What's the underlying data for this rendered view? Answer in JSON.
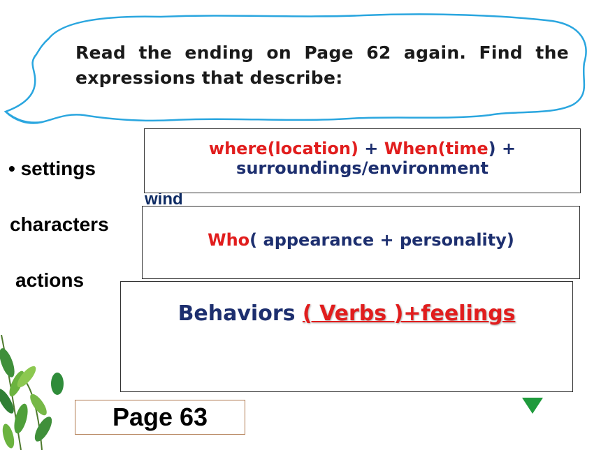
{
  "bubble": {
    "text": "Read the ending on Page 62 again. Find the expressions that describe:"
  },
  "labels": {
    "settings": "• settings",
    "characters": "characters",
    "actions": "actions"
  },
  "hidden_text": {
    "wind": "wind"
  },
  "boxes": {
    "settings": {
      "part1": "where(location)",
      "plus1": " + ",
      "part2": "When(time",
      "part3": ")",
      "plus2": " +",
      "line2": "surroundings/environment"
    },
    "characters": {
      "who": "Who",
      "rest": "( appearance + personality)"
    },
    "actions": {
      "behaviors": "Behaviors ",
      "verbs": "( Verbs )+feelings"
    }
  },
  "page_label": "Page 63",
  "colors": {
    "accent_red": "#e11d1d",
    "navy": "#1d2f6f",
    "bubble_border": "#2aa6df",
    "triangle": "#1f9a3c"
  },
  "icons": {
    "next": "green-down-triangle-icon",
    "decoration": "leaves-icon"
  }
}
